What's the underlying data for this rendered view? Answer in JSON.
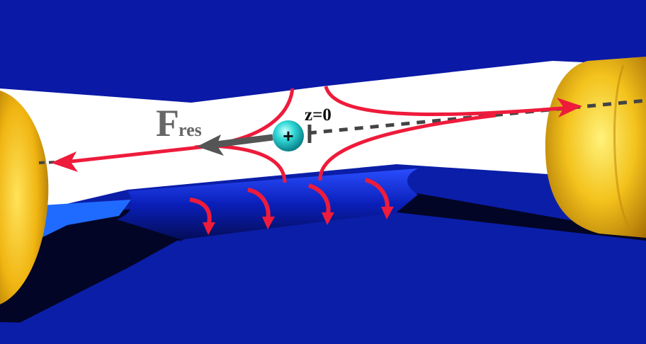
{
  "labels": {
    "force_main": "F",
    "force_sub": "res",
    "z_origin": "z=0",
    "charge_sign": "+"
  },
  "colors": {
    "electrode_dark_blue": "#0a19a6",
    "electrode_face_blue": "#0b1ea8",
    "groove_light_blue": "#1f6bff",
    "shadow_navy": "#020525",
    "endcap_gold": "#f4c21b",
    "field_line_red": "#ee1b3b",
    "force_arrow_gray": "#555555",
    "ion_cyan": "#22d3d0",
    "axis_dash_gray": "#444444"
  },
  "icons": {
    "ion": "positive-ion-icon",
    "left_endcap": "endcap-electrode-icon",
    "right_endcap": "endcap-electrode-icon"
  }
}
